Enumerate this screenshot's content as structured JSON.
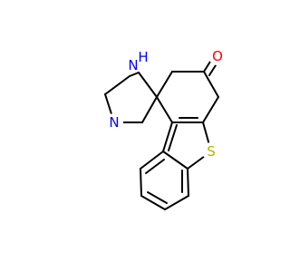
{
  "molecule": {
    "atoms": {
      "nh": {
        "text": "N",
        "h_text": "H",
        "color": "#0000ff"
      },
      "o": {
        "text": "O",
        "color": "#ff0000"
      },
      "s": {
        "text": "S",
        "color": "#b2b200"
      },
      "n": {
        "text": "N",
        "color": "#0000ff"
      }
    }
  }
}
